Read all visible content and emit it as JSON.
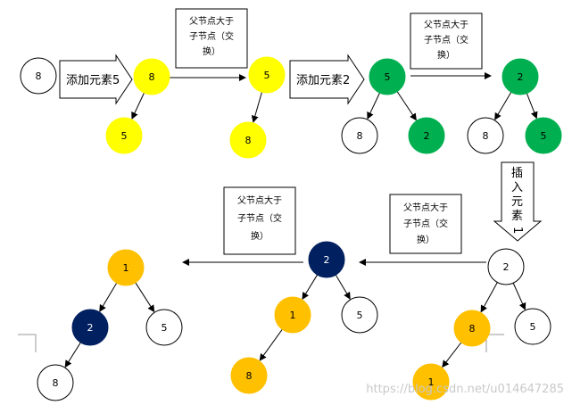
{
  "colors": {
    "white": "#ffffff",
    "yellow": "#ffff00",
    "green": "#00b050",
    "orange": "#ffc000",
    "navy": "#002060",
    "stroke": "#000000"
  },
  "nodes": [
    {
      "id": "n-start-8",
      "label": "8",
      "fill": "white"
    },
    {
      "id": "n-s1-root",
      "label": "8",
      "fill": "yellow"
    },
    {
      "id": "n-s1-left",
      "label": "5",
      "fill": "yellow"
    },
    {
      "id": "n-s2-root",
      "label": "5",
      "fill": "yellow"
    },
    {
      "id": "n-s2-left",
      "label": "8",
      "fill": "yellow"
    },
    {
      "id": "n-s3-root",
      "label": "5",
      "fill": "green"
    },
    {
      "id": "n-s3-left",
      "label": "8",
      "fill": "white"
    },
    {
      "id": "n-s3-right",
      "label": "2",
      "fill": "green"
    },
    {
      "id": "n-s4-root",
      "label": "2",
      "fill": "green"
    },
    {
      "id": "n-s4-left",
      "label": "8",
      "fill": "white"
    },
    {
      "id": "n-s4-right",
      "label": "5",
      "fill": "green"
    },
    {
      "id": "n-s5-root",
      "label": "2",
      "fill": "white"
    },
    {
      "id": "n-s5-left",
      "label": "8",
      "fill": "orange"
    },
    {
      "id": "n-s5-right",
      "label": "5",
      "fill": "white"
    },
    {
      "id": "n-s5-ll",
      "label": "1",
      "fill": "orange"
    },
    {
      "id": "n-s6-root",
      "label": "2",
      "fill": "navy"
    },
    {
      "id": "n-s6-left",
      "label": "1",
      "fill": "orange"
    },
    {
      "id": "n-s6-right",
      "label": "5",
      "fill": "white"
    },
    {
      "id": "n-s6-ll",
      "label": "8",
      "fill": "orange"
    },
    {
      "id": "n-s7-root",
      "label": "1",
      "fill": "orange"
    },
    {
      "id": "n-s7-left",
      "label": "2",
      "fill": "navy"
    },
    {
      "id": "n-s7-right",
      "label": "5",
      "fill": "white"
    },
    {
      "id": "n-s7-ll",
      "label": "8",
      "fill": "white"
    }
  ],
  "edges": [
    [
      "n-s1-root",
      "n-s1-left"
    ],
    [
      "n-s2-root",
      "n-s2-left"
    ],
    [
      "n-s3-root",
      "n-s3-left"
    ],
    [
      "n-s3-root",
      "n-s3-right"
    ],
    [
      "n-s4-root",
      "n-s4-left"
    ],
    [
      "n-s4-root",
      "n-s4-right"
    ],
    [
      "n-s5-root",
      "n-s5-left"
    ],
    [
      "n-s5-root",
      "n-s5-right"
    ],
    [
      "n-s5-left",
      "n-s5-ll"
    ],
    [
      "n-s6-root",
      "n-s6-left"
    ],
    [
      "n-s6-root",
      "n-s6-right"
    ],
    [
      "n-s6-left",
      "n-s6-ll"
    ],
    [
      "n-s7-root",
      "n-s7-left"
    ],
    [
      "n-s7-root",
      "n-s7-right"
    ],
    [
      "n-s7-left",
      "n-s7-ll"
    ]
  ],
  "labels": {
    "add5": "添加元素5",
    "add2": "添加元素2",
    "insert1": "插入元素1",
    "swap_line1": "父节点大于",
    "swap_line2": "子节点（交",
    "swap_line3": "换）"
  },
  "watermark": "https://blog.csdn.net/u014647285"
}
